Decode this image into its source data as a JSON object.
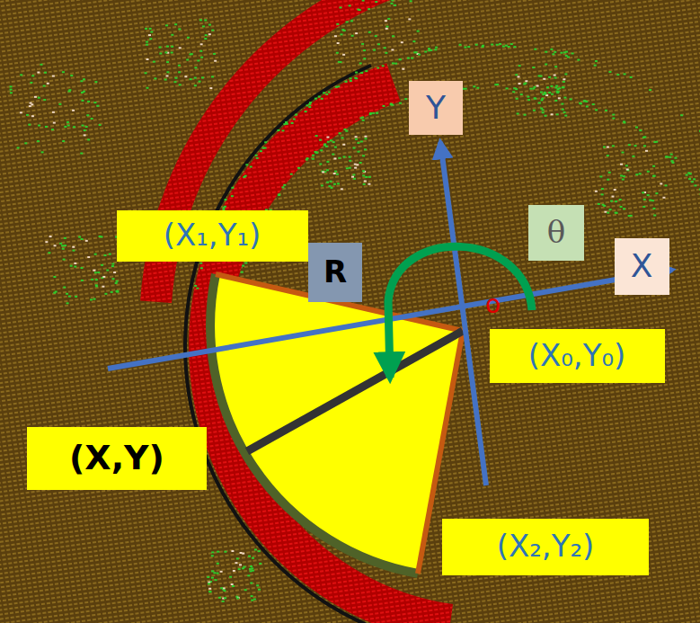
{
  "diagram": {
    "nodes": [
      {
        "text": [
          "(X₁,Y₁)"
        ]
      },
      {
        "text": [
          "Y"
        ]
      },
      {
        "text": [
          "θ"
        ]
      },
      {
        "text": [
          "X"
        ]
      },
      {
        "text": [
          "R"
        ]
      },
      {
        "text": [
          "(X₀,Y₀)"
        ]
      },
      {
        "text": [
          "(X,Y)"
        ]
      },
      {
        "text": [
          "(X₂,Y₂)"
        ]
      }
    ],
    "labels": [
      "o"
    ]
  }
}
